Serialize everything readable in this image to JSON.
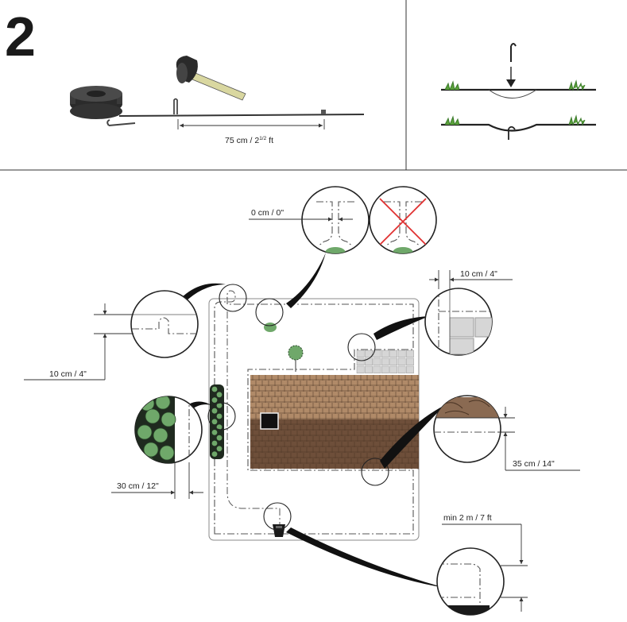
{
  "step_number": "2",
  "top_panel": {
    "peg_spacing_label": "75 cm / 2",
    "peg_spacing_sup": "1/2",
    "peg_spacing_unit": " ft"
  },
  "site_plan": {
    "labels": {
      "corner_distance": "0 cm / 0\"",
      "paving_distance": "10 cm / 4\"",
      "edge_distance": "10 cm / 4\"",
      "hedge_distance": "30 cm / 12\"",
      "wall_distance": "35 cm / 14\"",
      "station_distance": "min 2 m / 7 ft"
    }
  },
  "colors": {
    "ink": "#1a1a1a",
    "roof_light": "#b08a68",
    "roof_dark": "#6e4f3a",
    "foliage": "#6fa86a",
    "foliage_dark": "#1f2a1f",
    "paving": "#d6d6d6",
    "cross_red": "#e03030"
  }
}
